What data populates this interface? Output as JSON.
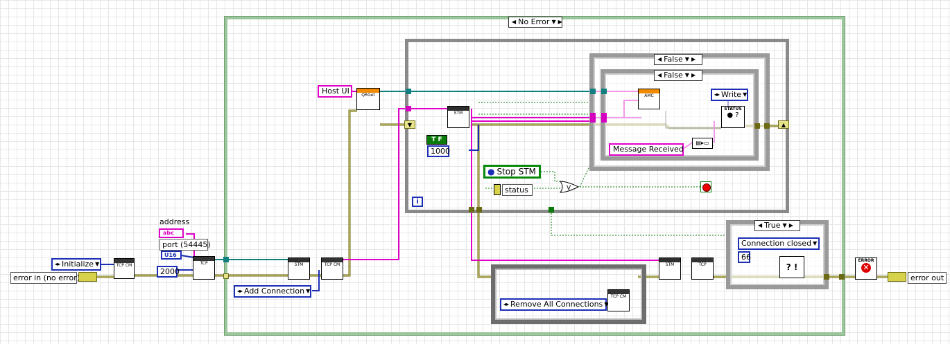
{
  "structures": {
    "outer_case_selector": "No Error",
    "inner_case_outer_selector": "False",
    "inner_case_inner_selector": "False",
    "close_case_selector": "True"
  },
  "controls": {
    "error_in": "error in (no error)",
    "error_out": "error  out",
    "address_label": "address",
    "address_type": "abc",
    "port_label": "port (54445)",
    "port_type": "U16",
    "timeout_init": "2000",
    "timeout_loop": "1000",
    "bool_const": "T F"
  },
  "enums": {
    "initialize": "Initialize",
    "add_connection": "Add Connection",
    "remove_all": "Remove All Connections",
    "write": "Write",
    "connection_closed": "Connection closed"
  },
  "strings": {
    "host_ui": "Host UI",
    "message_received": "Message Received"
  },
  "loop": {
    "stop_control": "Stop STM",
    "status_label": "status",
    "iteration": "i"
  },
  "numbers": {
    "error_code": "66"
  },
  "node_texts": {
    "tcp": "TCP",
    "tcp_cm": "TCP CM",
    "stm": "STM",
    "qrgt": "QRGet",
    "amc": "AMC",
    "status": "STATUS",
    "error": "ERROR"
  },
  "colors": {
    "wire_error": "#6d6a16",
    "wire_string": "#e000c8",
    "wire_refnum": "#0f7f7f",
    "wire_bool": "#0a7a0a",
    "wire_enum": "#1b2eb5",
    "frame_green": "#9cc69c"
  }
}
